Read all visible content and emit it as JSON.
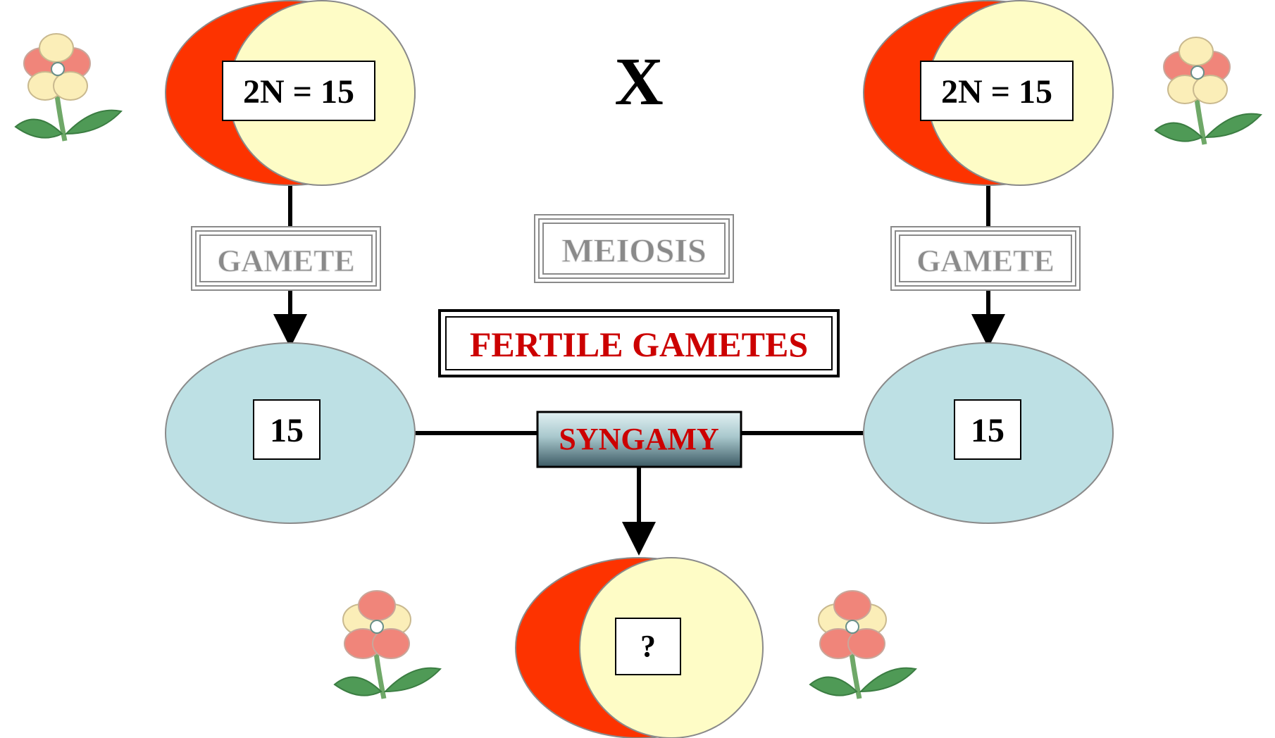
{
  "cross_symbol": "X",
  "parents": [
    {
      "chromosome_label": "2N = 15"
    },
    {
      "chromosome_label": "2N = 15"
    }
  ],
  "gamete_labels": [
    "GAMETE",
    "GAMETE"
  ],
  "gametes": [
    {
      "chromosome_count": "15"
    },
    {
      "chromosome_count": "15"
    }
  ],
  "meiosis_label": "MEIOSIS",
  "fertile_label": "FERTILE GAMETES",
  "syngamy_label": "SYNGAMY",
  "offspring_label": "?",
  "colors": {
    "parent_fill": "#fefcc6",
    "crescent": "#fd3300",
    "gamete_fill": "#bde0e4",
    "red_text": "#cc0000",
    "gray_text": "#8a8a8a",
    "syngamy_box_top": "#d5eaec",
    "syngamy_box_bottom": "#3f5f6a"
  },
  "icons": [
    "flower-icon",
    "flower-icon",
    "flower-icon",
    "flower-icon"
  ]
}
